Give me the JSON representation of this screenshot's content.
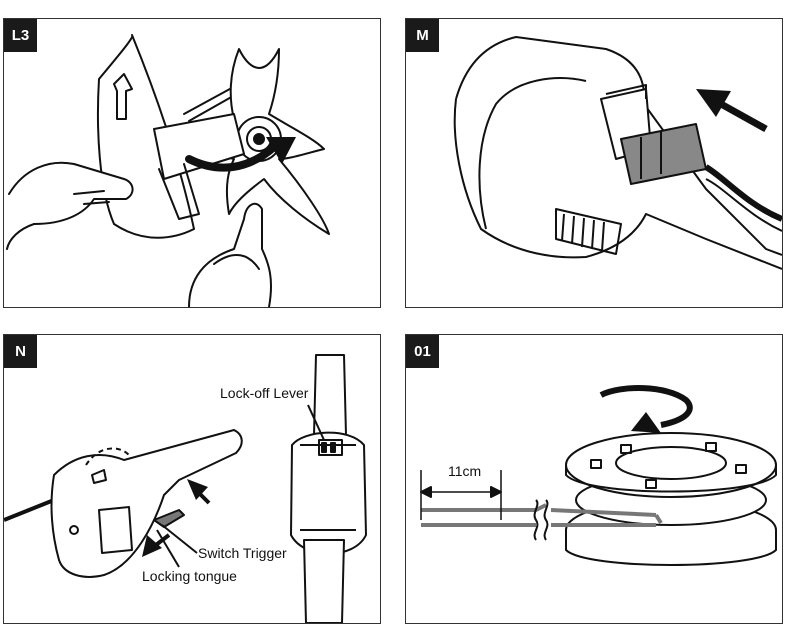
{
  "panels": {
    "l3": {
      "tag": "L3"
    },
    "m": {
      "tag": "M"
    },
    "n": {
      "tag": "N",
      "lock_off_lever": "Lock-off Lever",
      "switch_trigger": "Switch Trigger",
      "locking_tongue": "Locking tongue"
    },
    "o1": {
      "tag": "01",
      "measure": "11cm"
    }
  }
}
